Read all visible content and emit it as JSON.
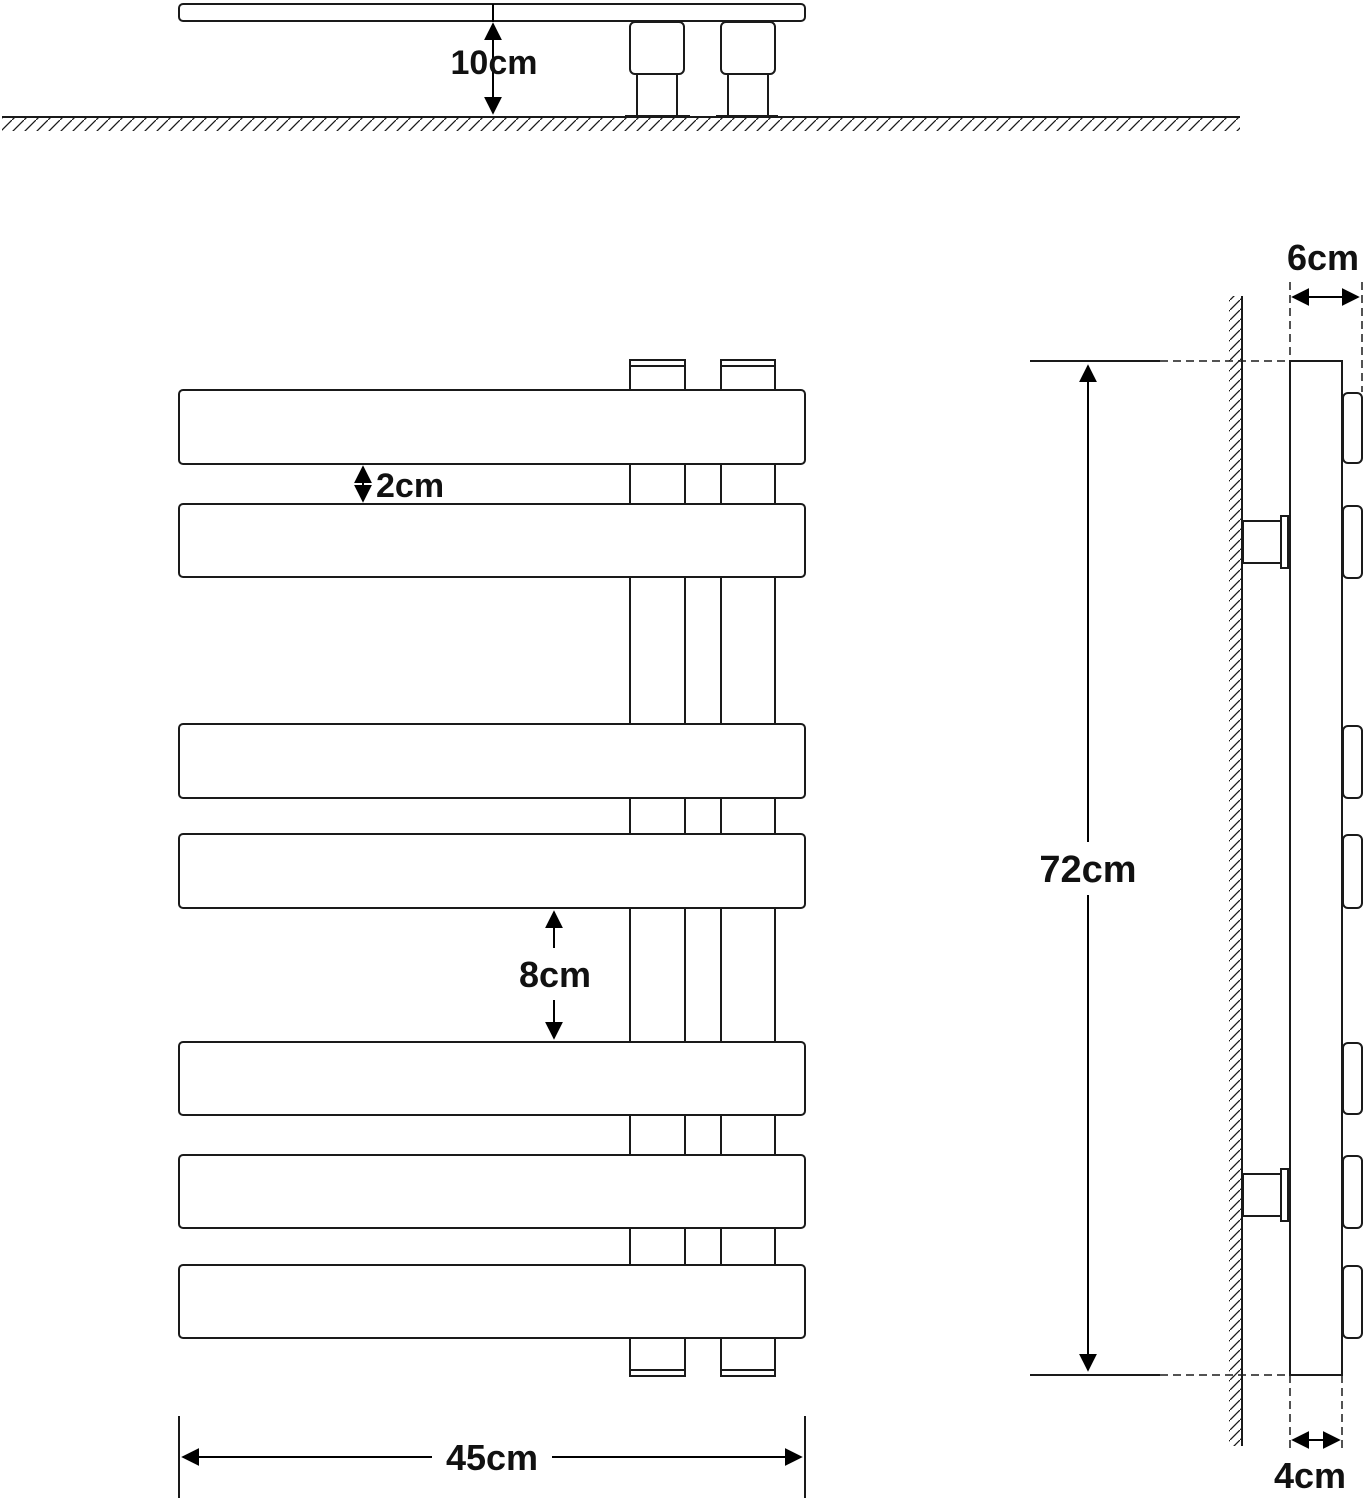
{
  "labels": {
    "standoff": "10cm",
    "gap_small": "2cm",
    "gap_large": "8cm",
    "width": "45cm",
    "height": "72cm",
    "depth_total": "6cm",
    "depth_bar": "4cm"
  }
}
